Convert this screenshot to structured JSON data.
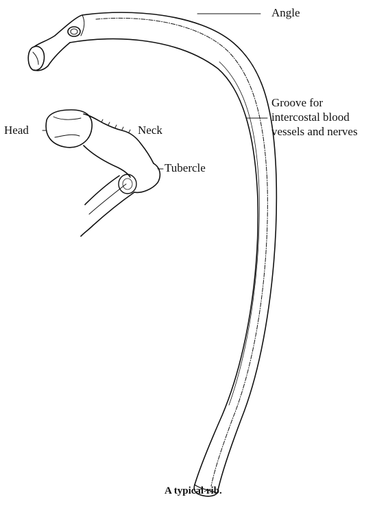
{
  "labels": {
    "angle": "Angle",
    "groove_line1": "Groove for",
    "groove_line2": "intercostal blood",
    "groove_line3": "vessels and nerves",
    "head": "Head",
    "neck": "Neck",
    "tubercle": "Tubercle"
  },
  "caption": "A typical rib.",
  "colors": {
    "ink": "#111111",
    "background": "#ffffff"
  }
}
